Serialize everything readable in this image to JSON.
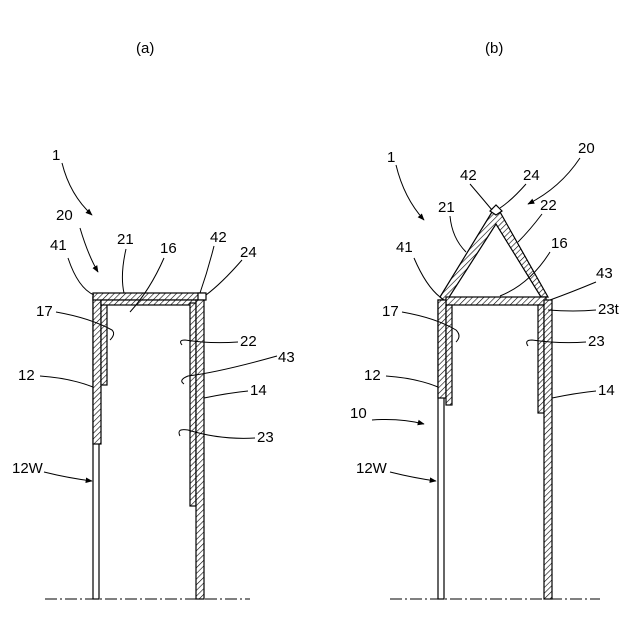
{
  "panels": {
    "a": {
      "caption": "(a)",
      "labels": {
        "l1": "1",
        "l20": "20",
        "l41": "41",
        "l21": "21",
        "l16": "16",
        "l42": "42",
        "l24": "24",
        "l17": "17",
        "l22": "22",
        "l43": "43",
        "l12": "12",
        "l14": "14",
        "l23": "23",
        "l12w": "12W"
      }
    },
    "b": {
      "caption": "(b)",
      "labels": {
        "l1": "1",
        "l42": "42",
        "l24": "24",
        "l20": "20",
        "l21": "21",
        "l22": "22",
        "l41": "41",
        "l16": "16",
        "l43": "43",
        "l17": "17",
        "l23t": "23t",
        "l23": "23",
        "l12": "12",
        "l14": "14",
        "l10": "10",
        "l12w": "12W"
      }
    }
  }
}
